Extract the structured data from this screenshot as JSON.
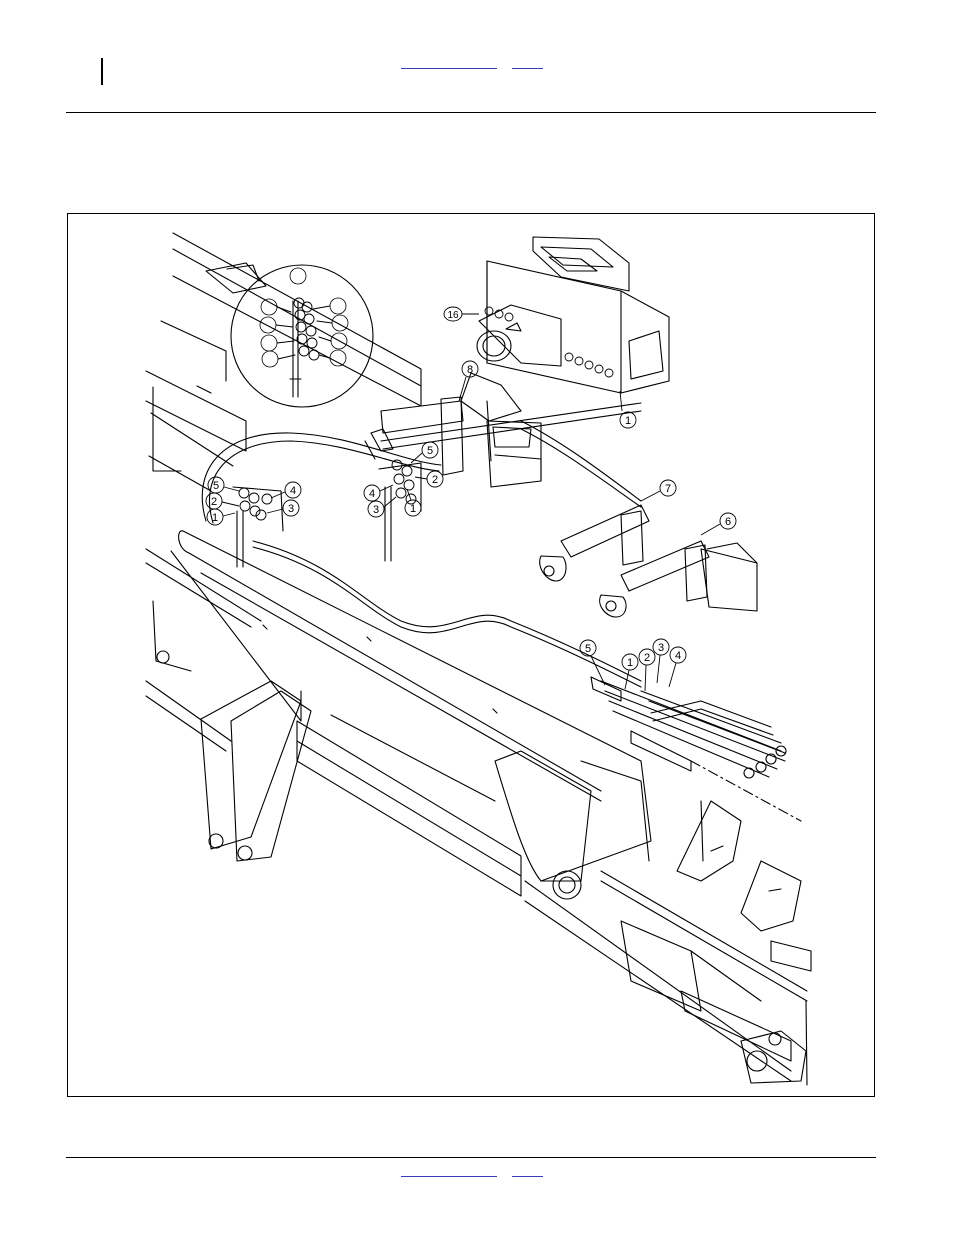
{
  "header": {
    "left_link": "",
    "right_link": ""
  },
  "footer": {
    "left_link": "",
    "right_link": ""
  },
  "figure": {
    "callouts": {
      "hopper_16": "16",
      "rear_1": "1",
      "bracket_8": "8",
      "mid_5": "5",
      "mid_2": "2",
      "mid_4": "4",
      "mid_3": "3",
      "mid_1": "1",
      "left_5": "5",
      "left_4": "4",
      "left_2": "2",
      "left_1": "1",
      "left_3": "3",
      "right_7": "7",
      "right_6": "6",
      "lower_5": "5",
      "lower_1": "1",
      "lower_2": "2",
      "lower_3": "3",
      "lower_4": "4"
    }
  }
}
